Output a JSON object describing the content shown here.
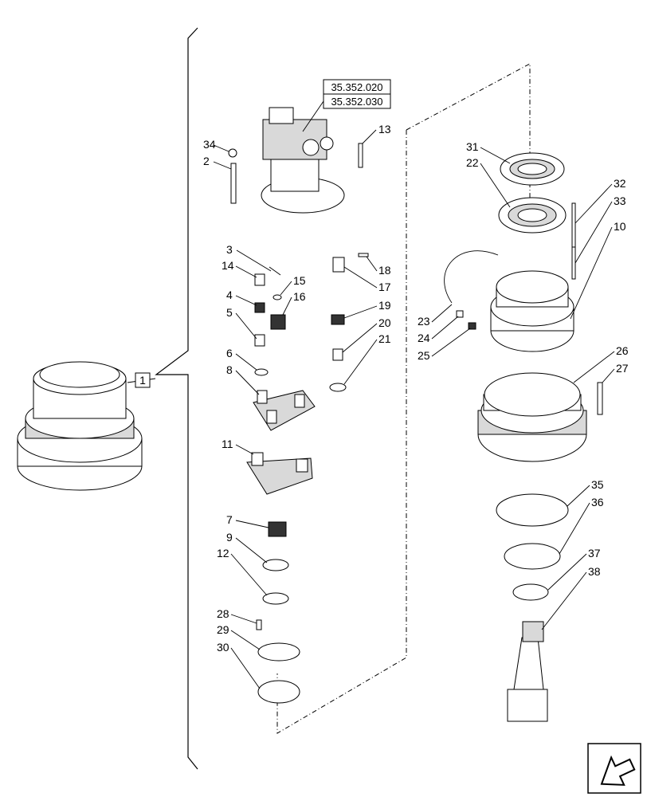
{
  "ref_boxes": {
    "ref1": "35.352.020",
    "ref2": "35.352.030",
    "assembly": "1"
  },
  "callouts": {
    "c2": "2",
    "c3": "3",
    "c4": "4",
    "c5": "5",
    "c6": "6",
    "c7": "7",
    "c8": "8",
    "c9": "9",
    "c10": "10",
    "c11": "11",
    "c12": "12",
    "c13": "13",
    "c14": "14",
    "c15": "15",
    "c16": "16",
    "c17": "17",
    "c18": "18",
    "c19": "19",
    "c20": "20",
    "c21": "21",
    "c22": "22",
    "c23": "23",
    "c24": "24",
    "c25": "25",
    "c26": "26",
    "c27": "27",
    "c28": "28",
    "c29": "29",
    "c30": "30",
    "c31": "31",
    "c32": "32",
    "c33": "33",
    "c34": "34",
    "c35": "35",
    "c36": "36",
    "c37": "37",
    "c38": "38"
  },
  "nav_icon": "arrow-back-icon"
}
